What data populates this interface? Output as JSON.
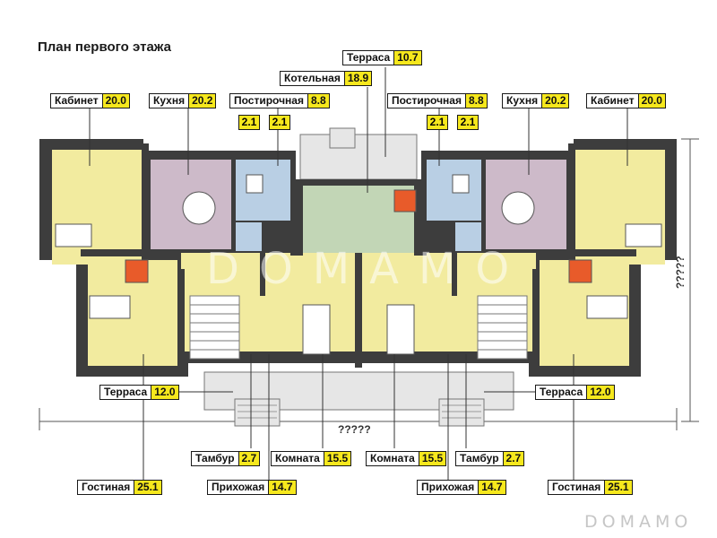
{
  "title": "План первого этажа",
  "dimensions": {
    "width_unknown": "?????",
    "depth_unknown": "?????"
  },
  "watermark": "DOMAMO",
  "colors": {
    "wall": "#3d3d3d",
    "living_floor": "#f2eb9f",
    "kitchen_floor": "#cdbac9",
    "bath_floor": "#b9cfe4",
    "boiler_floor": "#c2d6b6",
    "terrace_floor": "#e6e6e6",
    "area_badge": "#f6e81d"
  },
  "rooms_top": [
    {
      "name": "Терраса",
      "area": "10.7"
    },
    {
      "name": "Котельная",
      "area": "18.9"
    },
    {
      "name": "Кабинет",
      "area": "20.0"
    },
    {
      "name": "Кухня",
      "area": "20.2"
    },
    {
      "name": "Постирочная",
      "area": "8.8"
    },
    {
      "name": "Постирочная",
      "area": "8.8"
    },
    {
      "name": "Кухня",
      "area": "20.2"
    },
    {
      "name": "Кабинет",
      "area": "20.0"
    }
  ],
  "small_areas": [
    "2.1",
    "2.1",
    "2.1",
    "2.1"
  ],
  "rooms_bottom": [
    {
      "name": "Терраса",
      "area": "12.0"
    },
    {
      "name": "Терраса",
      "area": "12.0"
    },
    {
      "name": "Тамбур",
      "area": "2.7"
    },
    {
      "name": "Комната",
      "area": "15.5"
    },
    {
      "name": "Комната",
      "area": "15.5"
    },
    {
      "name": "Тамбур",
      "area": "2.7"
    },
    {
      "name": "Гостиная",
      "area": "25.1"
    },
    {
      "name": "Прихожая",
      "area": "14.7"
    },
    {
      "name": "Прихожая",
      "area": "14.7"
    },
    {
      "name": "Гостиная",
      "area": "25.1"
    }
  ]
}
